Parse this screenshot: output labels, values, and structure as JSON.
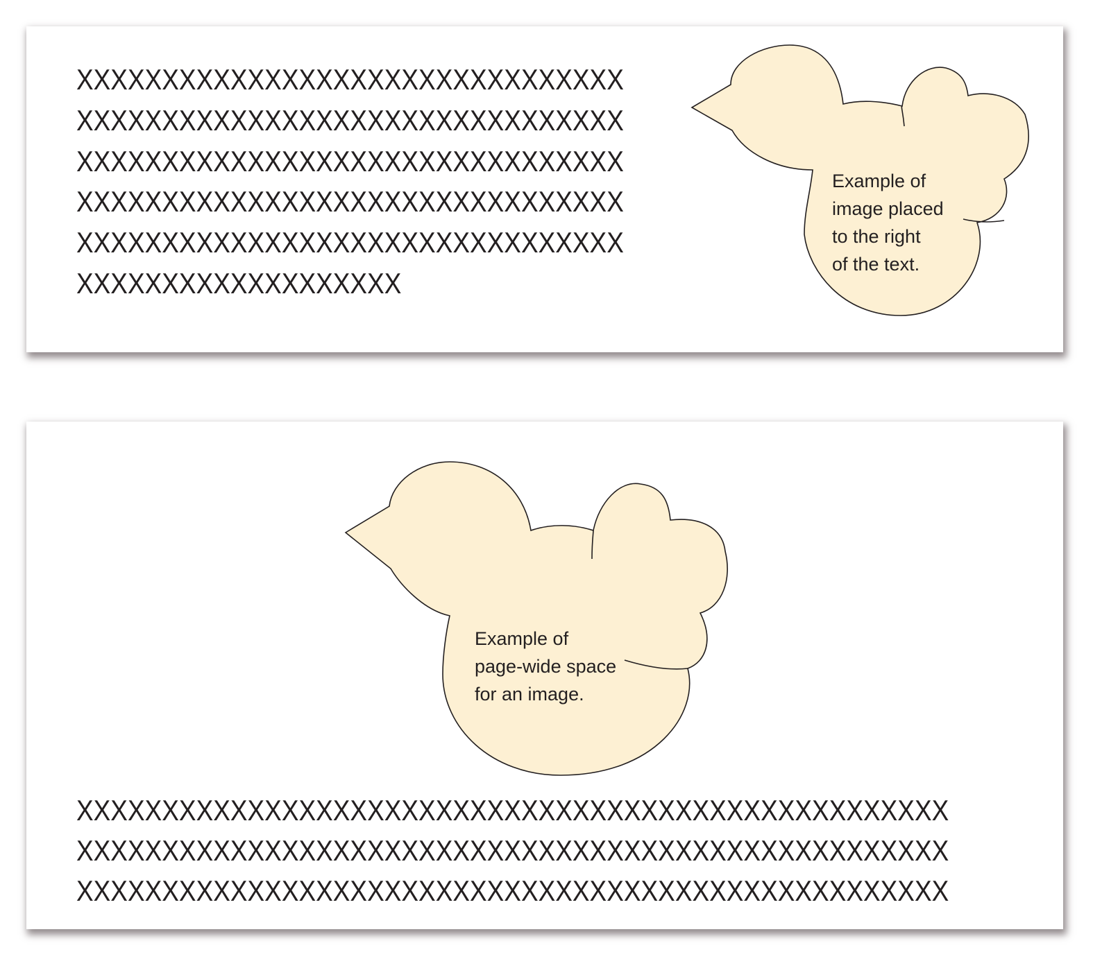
{
  "panel_top": {
    "text_lines": [
      "XXXXXXXXXXXXXXXXXXXXXXXXXXXXXXXX",
      "XXXXXXXXXXXXXXXXXXXXXXXXXXXXXXXX",
      "XXXXXXXXXXXXXXXXXXXXXXXXXXXXXXXX",
      "XXXXXXXXXXXXXXXXXXXXXXXXXXXXXXXX",
      "XXXXXXXXXXXXXXXXXXXXXXXXXXXXXXXX",
      "XXXXXXXXXXXXXXXXXXX"
    ],
    "image_caption": [
      "Example of",
      "image placed",
      "to the right",
      "of the text."
    ]
  },
  "panel_bottom": {
    "image_caption": [
      "Example of",
      "page-wide space",
      "for an image."
    ],
    "text_lines": [
      "XXXXXXXXXXXXXXXXXXXXXXXXXXXXXXXXXXXXXXXXXXXXXXXXXXX",
      "XXXXXXXXXXXXXXXXXXXXXXXXXXXXXXXXXXXXXXXXXXXXXXXXXXX",
      "XXXXXXXXXXXXXXXXXXXXXXXXXXXXXXXXXXXXXXXXXXXXXXXXXXX"
    ]
  },
  "colors": {
    "bird_fill": "#fdf0d3",
    "outline": "#231f20",
    "page_background": "#ffffff"
  },
  "icons": {
    "bird": "bird-shape-icon"
  }
}
